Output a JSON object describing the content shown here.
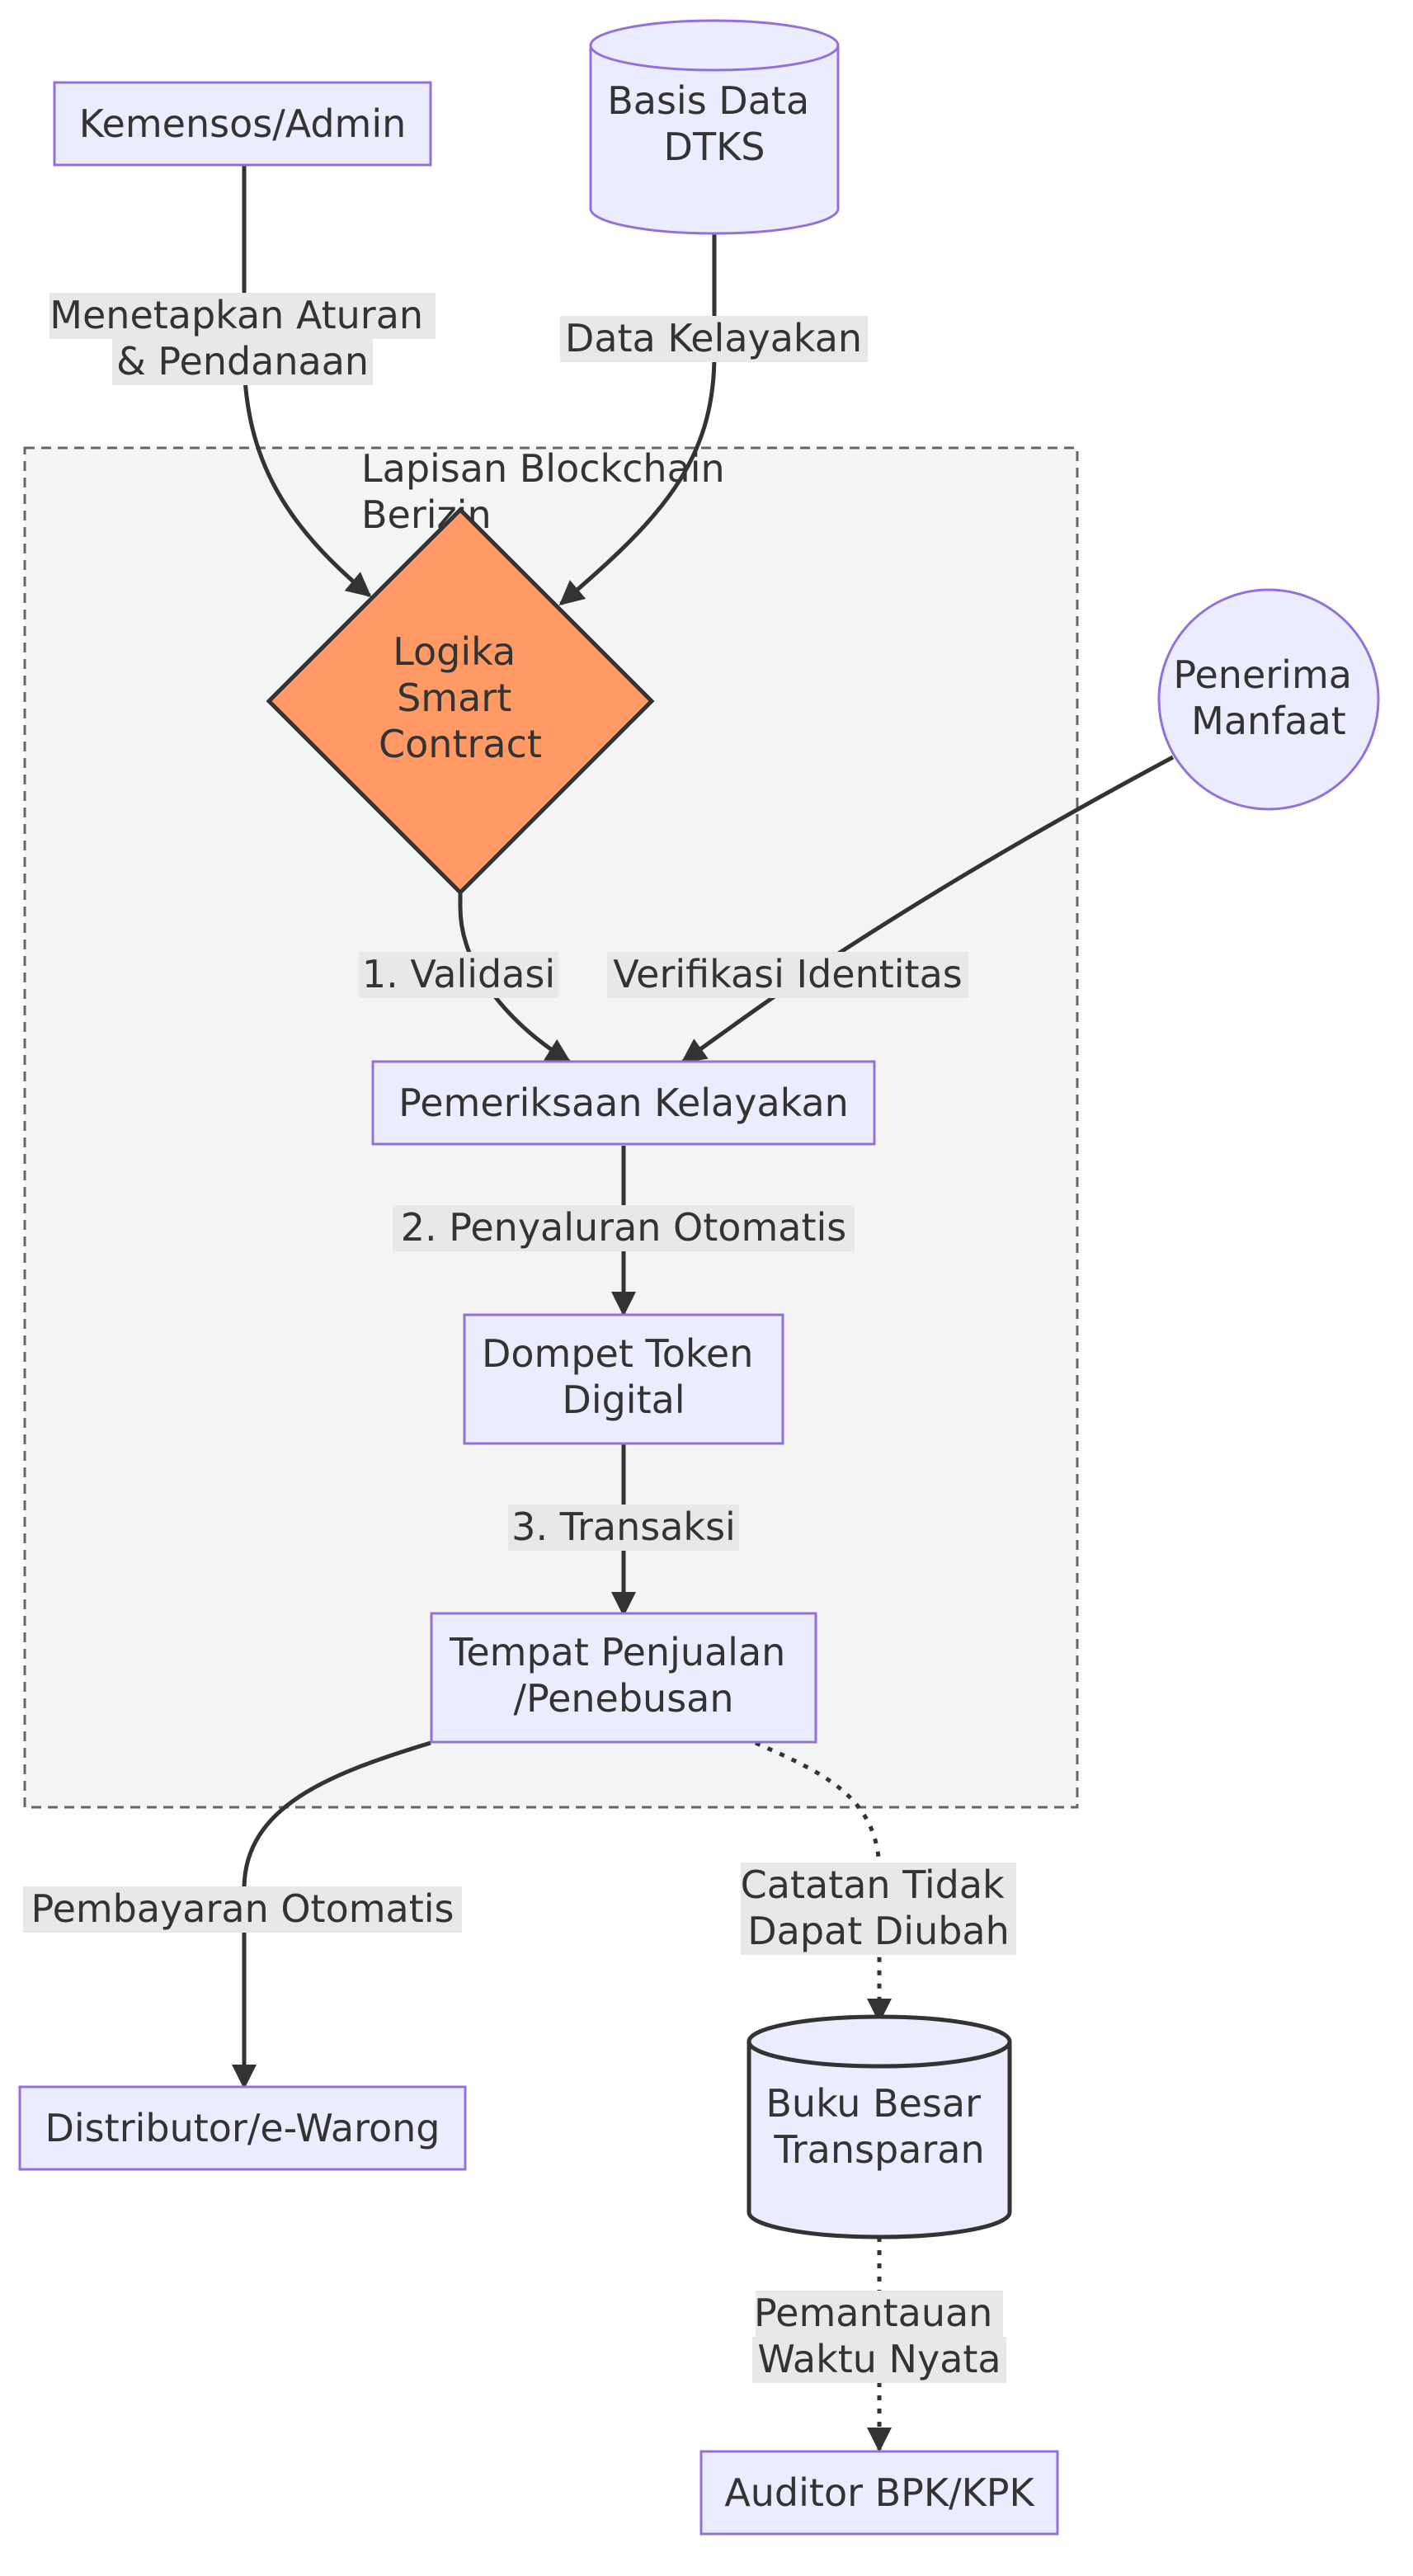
{
  "diagram": {
    "cluster": {
      "title_lines": [
        "Lapisan Blockchain",
        "Berizin"
      ]
    },
    "nodes": {
      "admin": {
        "lines": [
          "Kemensos/Admin"
        ]
      },
      "dtks": {
        "lines": [
          "Basis Data",
          "DTKS"
        ]
      },
      "smart_contract": {
        "lines": [
          "Logika",
          "Smart",
          "Contract"
        ]
      },
      "penerima": {
        "lines": [
          "Penerima",
          "Manfaat"
        ]
      },
      "pemeriksaan": {
        "lines": [
          "Pemeriksaan Kelayakan"
        ]
      },
      "dompet": {
        "lines": [
          "Dompet Token",
          "Digital"
        ]
      },
      "tempat": {
        "lines": [
          "Tempat Penjualan",
          "/Penebusan"
        ]
      },
      "distributor": {
        "lines": [
          "Distributor/e-Warong"
        ]
      },
      "buku_besar": {
        "lines": [
          "Buku Besar",
          "Transparan"
        ]
      },
      "auditor": {
        "lines": [
          "Auditor BPK/KPK"
        ]
      }
    },
    "edge_labels": {
      "admin_to_sc": [
        "Menetapkan Aturan",
        "& Pendanaan"
      ],
      "dtks_to_sc": [
        "Data Kelayakan"
      ],
      "sc_to_pemeriksaan": [
        "1. Validasi"
      ],
      "penerima_to_pemeriksaan": [
        "Verifikasi Identitas"
      ],
      "pemeriksaan_to_dompet": [
        "2. Penyaluran Otomatis"
      ],
      "dompet_to_tempat": [
        "3. Transaksi"
      ],
      "tempat_to_distributor": [
        "Pembayaran Otomatis"
      ],
      "tempat_to_buku": [
        "Catatan Tidak",
        "Dapat Diubah"
      ],
      "buku_to_auditor": [
        "Pemantauan",
        "Waktu Nyata"
      ]
    },
    "colors": {
      "node_fill": "#ECECFF",
      "node_stroke": "#9370DB",
      "decision_fill": "#FF9966",
      "edge": "#333333",
      "label_bg": "#E8E8E8",
      "cluster_fill": "#F4F4F4",
      "cluster_stroke": "#666666"
    }
  }
}
